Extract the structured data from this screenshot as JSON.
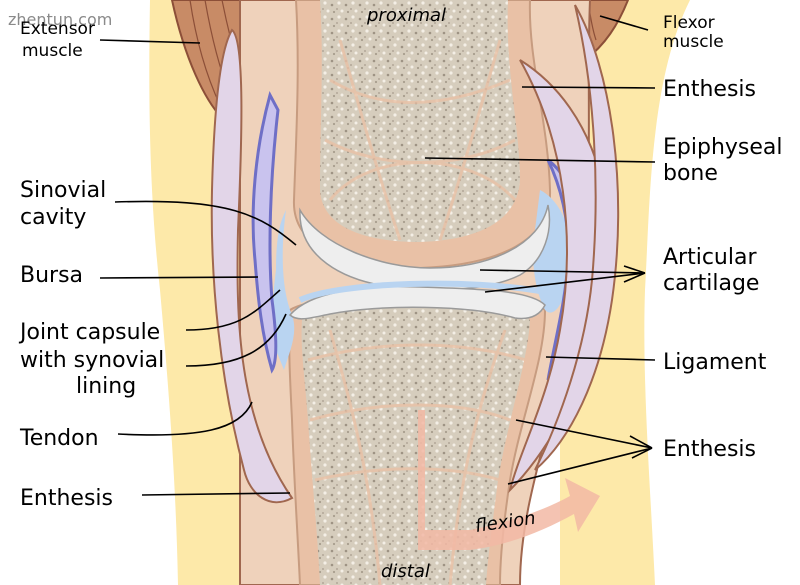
{
  "watermark": "zhentun.com",
  "colors": {
    "skin": "#fde9a9",
    "bone_outline": "#e9c1a6",
    "bone_fill": "#d9cfc0",
    "cartilage": "#eeeeee",
    "synovial": "#b9d4f1",
    "tendon": "#e2d5e8",
    "muscle": "#c88b66",
    "capsule_blue": "#7a7fd0",
    "flexion_arrow": "#f2b9a4"
  },
  "labels": {
    "proximal": "proximal",
    "distal": "distal",
    "extensor_line1": "Extensor",
    "extensor_line2": "muscle",
    "flexor_line1": "Flexor",
    "flexor_line2": "muscle",
    "enthesis_top": "Enthesis",
    "epiphyseal_line1": "Epiphyseal",
    "epiphyseal_line2": "bone",
    "sinovial_line1": "Sinovial",
    "sinovial_line2": "cavity",
    "articular_line1": "Articular",
    "articular_line2": "cartilage",
    "bursa": "Bursa",
    "capsule_line1": "Joint capsule",
    "capsule_line2": "with synovial",
    "capsule_line3": "lining",
    "ligament": "Ligament",
    "tendon": "Tendon",
    "enthesis_right": "Enthesis",
    "enthesis_left": "Enthesis",
    "flexion": "flexion"
  }
}
